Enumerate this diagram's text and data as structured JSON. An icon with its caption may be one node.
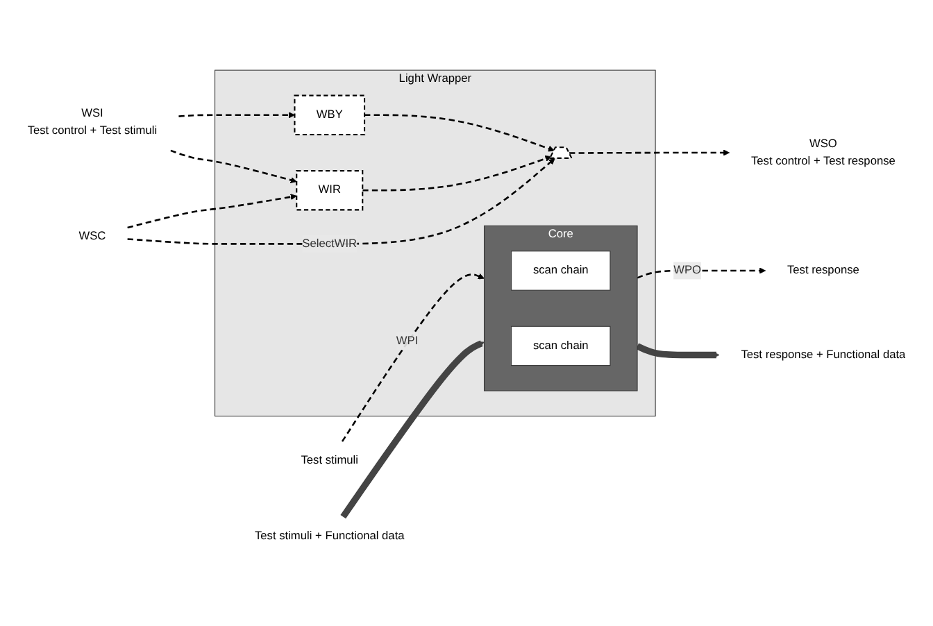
{
  "diagram": {
    "nodes": [
      {
        "text": [
          "Light Wrapper"
        ]
      },
      {
        "text": [
          "Core"
        ],
        "in": 0
      },
      {
        "text": [
          "scan chain"
        ],
        "in": 1
      },
      {
        "text": [
          "scan chain"
        ],
        "in": 1
      },
      {
        "text": [
          "Test stimuli"
        ]
      },
      {
        "text": [
          "Test response"
        ]
      },
      {
        "text": [
          "Test stimuli + Functional data"
        ]
      },
      {
        "text": [
          "Test response + Functional data"
        ]
      },
      {
        "text": [
          "WBY"
        ],
        "in": 0
      },
      {
        "text": [
          "WSO"
        ],
        "beside": [
          "Test control + Test response"
        ]
      },
      {
        "text": [
          "WSI"
        ],
        "beside": [
          "Test control + Test stimuli"
        ]
      },
      {
        "text": [
          "WIR"
        ],
        "in": 0
      },
      {
        "text": [],
        "shape": "trapezoid",
        "in": 0
      },
      {
        "text": [
          "WSC"
        ]
      }
    ],
    "edges": [
      {
        "from": 4,
        "to": 1,
        "arrow": "to",
        "label": "WPI",
        "style": "dashed"
      },
      {
        "from": 1,
        "to": 5,
        "arrow": "to",
        "label": "WPO",
        "style": "dashed"
      },
      {
        "from": 6,
        "to": 1,
        "arrow": "to",
        "style": "thick"
      },
      {
        "from": 1,
        "to": 7,
        "arrow": "to",
        "style": "thick"
      },
      {
        "from": 10,
        "to": 8,
        "arrow": "to",
        "style": "dashed"
      },
      {
        "from": 10,
        "to": 11,
        "arrow": "to",
        "style": "dashed"
      },
      {
        "from": 8,
        "to": 12,
        "arrow": "to",
        "style": "dashed"
      },
      {
        "from": 11,
        "to": 12,
        "arrow": "to",
        "style": "dashed"
      },
      {
        "from": 12,
        "to": 9,
        "arrow": "to",
        "style": "dashed"
      },
      {
        "from": 13,
        "to": 11,
        "arrow": "to",
        "style": "dashed"
      },
      {
        "from": 13,
        "to": 12,
        "arrow": "to",
        "label": "SelectWIR",
        "style": "dashed"
      }
    ]
  }
}
